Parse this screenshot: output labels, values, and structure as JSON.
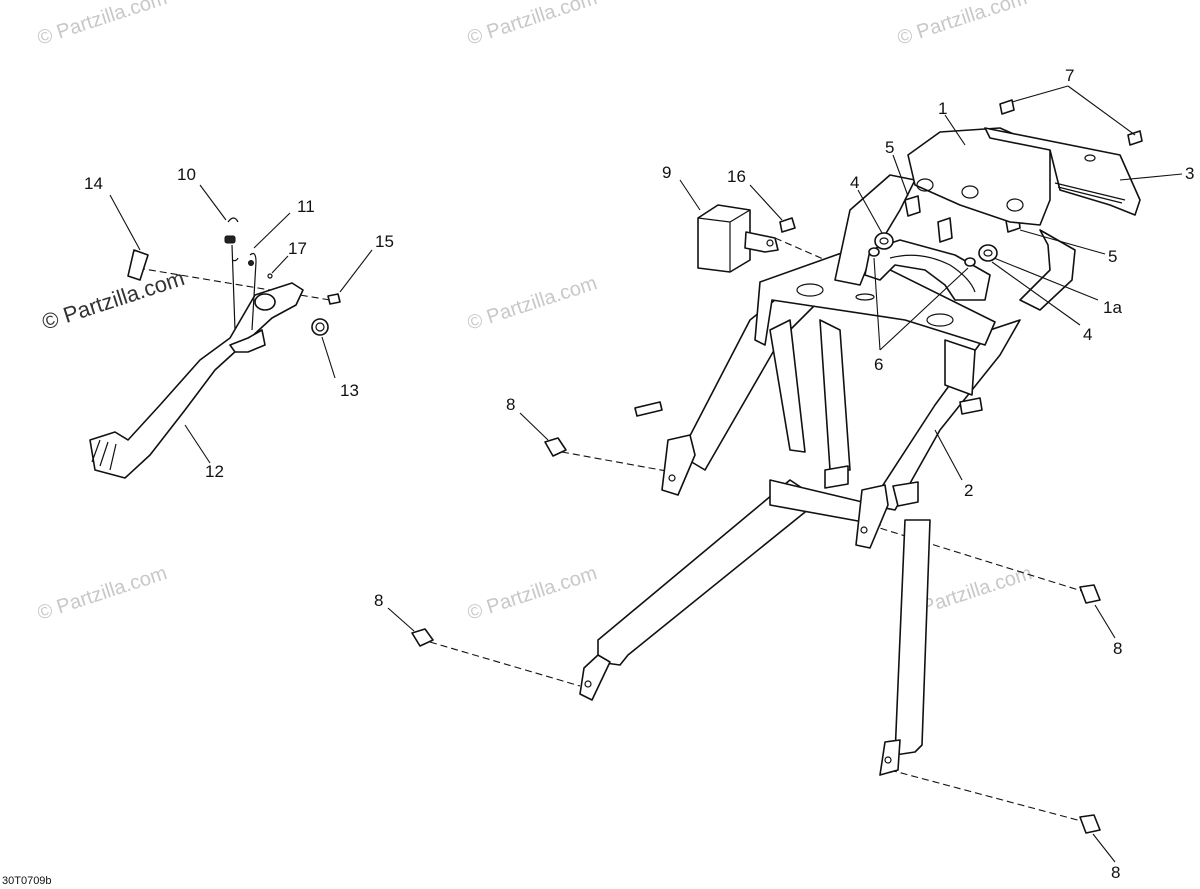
{
  "watermark": "© Partzilla.com",
  "diagram_code": "30T0709b",
  "callouts": {
    "c1": "1",
    "c1a": "1a",
    "c2": "2",
    "c3": "3",
    "c4a": "4",
    "c4b": "4",
    "c5a": "5",
    "c5b": "5",
    "c6": "6",
    "c7": "7",
    "c8a": "8",
    "c8b": "8",
    "c8c": "8",
    "c8d": "8",
    "c9": "9",
    "c10": "10",
    "c11": "11",
    "c12": "12",
    "c13": "13",
    "c14": "14",
    "c15": "15",
    "c16": "16",
    "c17": "17"
  }
}
